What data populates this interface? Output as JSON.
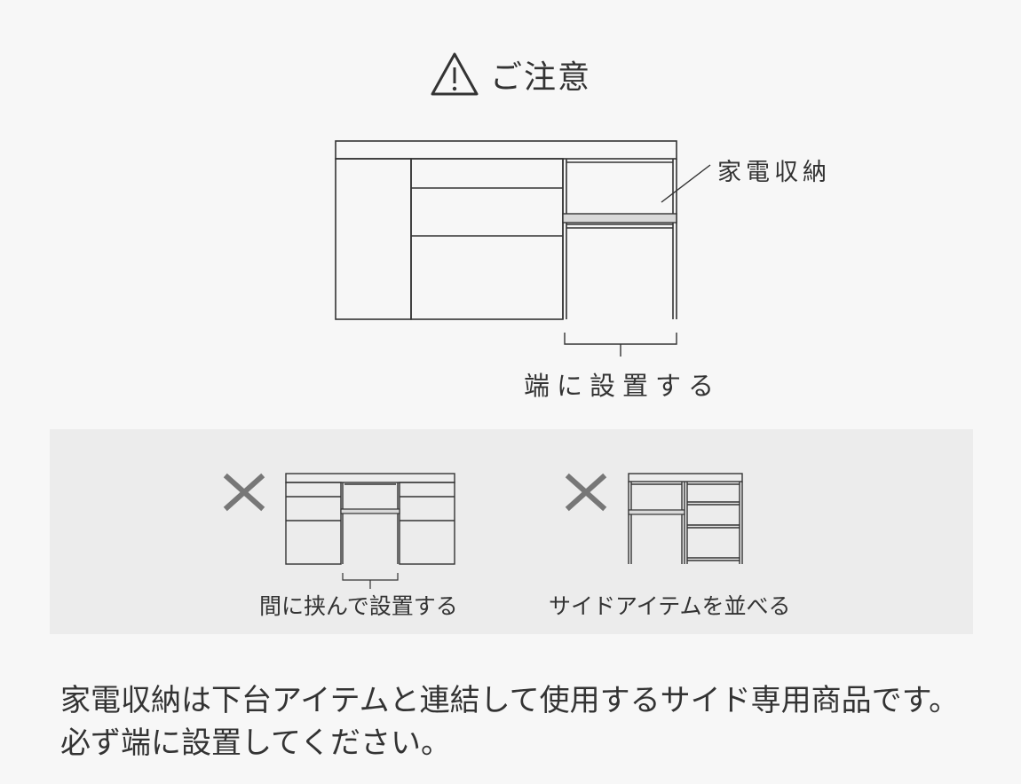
{
  "header": {
    "title": "ご注意",
    "icon": "warning-triangle-icon"
  },
  "main_diagram": {
    "callout_label": "家電収納",
    "placement_label": "端に設置する"
  },
  "bad_examples": [
    {
      "mark": "x-mark-icon",
      "label": "間に挟んで設置する"
    },
    {
      "mark": "x-mark-icon",
      "label": "サイドアイテムを並べる"
    }
  ],
  "note": "家電収納は下台アイテムと連結して使用するサイド専用商品です。必ず端に設置してください。",
  "colors": {
    "background": "#f7f7f7",
    "panel": "#ececec",
    "line": "#333333",
    "shelf": "#d9d9d9",
    "x_mark": "#777777"
  }
}
